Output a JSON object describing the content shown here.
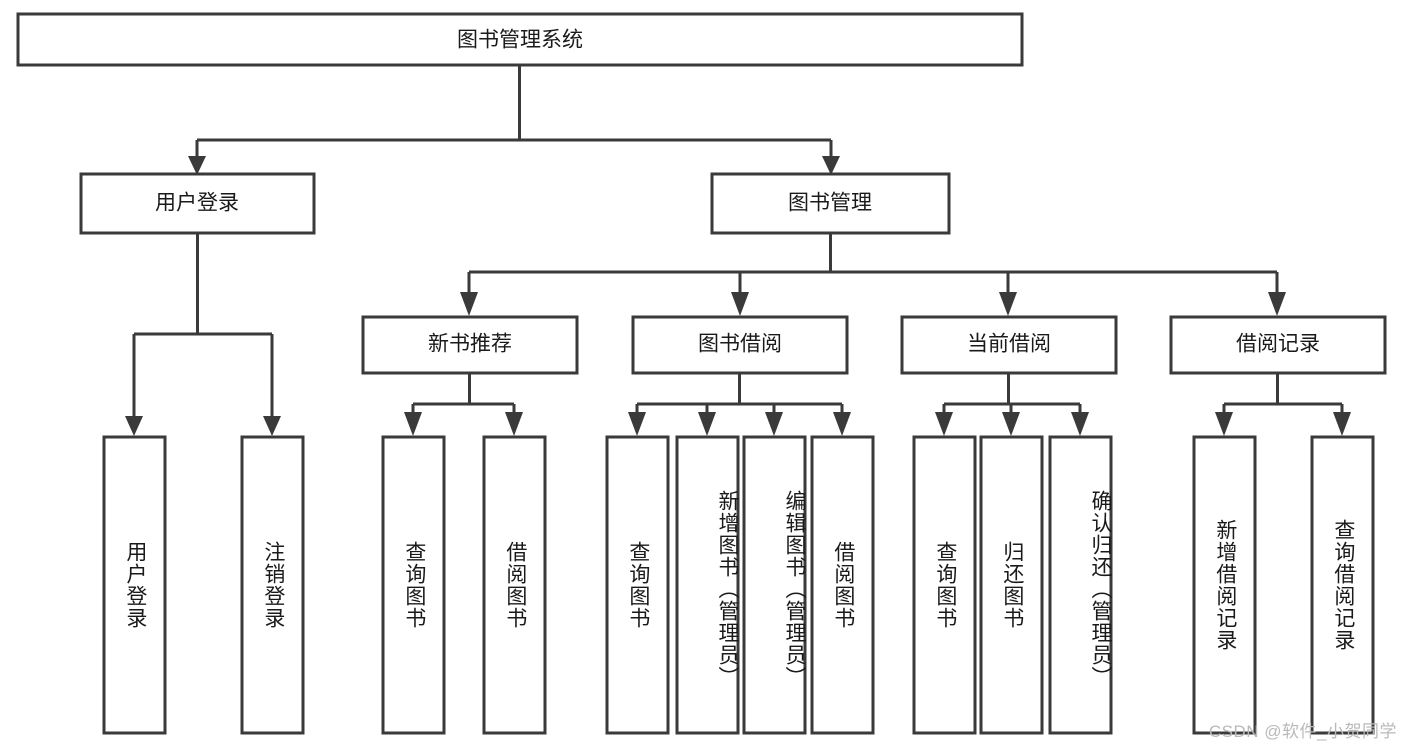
{
  "diagram": {
    "title": "图书管理系统",
    "type": "tree-hierarchy",
    "orientation": "top-down",
    "root": {
      "id": "root",
      "label": "图书管理系统",
      "text_orientation": "horizontal"
    },
    "level2": [
      {
        "id": "user-login",
        "label": "用户登录",
        "text_orientation": "horizontal"
      },
      {
        "id": "book-manage",
        "label": "图书管理",
        "text_orientation": "horizontal"
      }
    ],
    "level3": [
      {
        "id": "new-book-rec",
        "label": "新书推荐",
        "text_orientation": "horizontal",
        "parent": "book-manage"
      },
      {
        "id": "book-borrow",
        "label": "图书借阅",
        "text_orientation": "horizontal",
        "parent": "book-manage"
      },
      {
        "id": "current-borrow",
        "label": "当前借阅",
        "text_orientation": "horizontal",
        "parent": "book-manage"
      },
      {
        "id": "borrow-record",
        "label": "借阅记录",
        "text_orientation": "horizontal",
        "parent": "book-manage"
      }
    ],
    "leaves": [
      {
        "id": "leaf-user-login",
        "label": "用户登录",
        "parent": "user-login",
        "text_orientation": "vertical"
      },
      {
        "id": "leaf-logout",
        "label": "注销登录",
        "parent": "user-login",
        "text_orientation": "vertical"
      },
      {
        "id": "leaf-query-book-1",
        "label": "查询图书",
        "parent": "new-book-rec",
        "text_orientation": "vertical"
      },
      {
        "id": "leaf-borrow-book-1",
        "label": "借阅图书",
        "parent": "new-book-rec",
        "text_orientation": "vertical"
      },
      {
        "id": "leaf-query-book-2",
        "label": "查询图书",
        "parent": "book-borrow",
        "text_orientation": "vertical"
      },
      {
        "id": "leaf-add-book",
        "label": "新增图书（管理员）",
        "parent": "book-borrow",
        "text_orientation": "vertical"
      },
      {
        "id": "leaf-edit-book",
        "label": "编辑图书（管理员）",
        "parent": "book-borrow",
        "text_orientation": "vertical"
      },
      {
        "id": "leaf-borrow-book-2",
        "label": "借阅图书",
        "parent": "book-borrow",
        "text_orientation": "vertical"
      },
      {
        "id": "leaf-query-book-3",
        "label": "查询图书",
        "parent": "current-borrow",
        "text_orientation": "vertical"
      },
      {
        "id": "leaf-return-book",
        "label": "归还图书",
        "parent": "current-borrow",
        "text_orientation": "vertical"
      },
      {
        "id": "leaf-confirm-return",
        "label": "确认归还（管理员）",
        "parent": "current-borrow",
        "text_orientation": "vertical"
      },
      {
        "id": "leaf-add-record",
        "label": "新增借阅记录",
        "parent": "borrow-record",
        "text_orientation": "vertical"
      },
      {
        "id": "leaf-query-record",
        "label": "查询借阅记录",
        "parent": "borrow-record",
        "text_orientation": "vertical"
      }
    ],
    "colors": {
      "box_stroke": "#3a3a3a",
      "box_fill": "#ffffff",
      "connector": "#3a3a3a",
      "text": "#1a1a1a",
      "background": "#ffffff",
      "watermark": "#b9b9b9"
    }
  },
  "watermark": {
    "text": "CSDN @软件_小贺同学"
  }
}
